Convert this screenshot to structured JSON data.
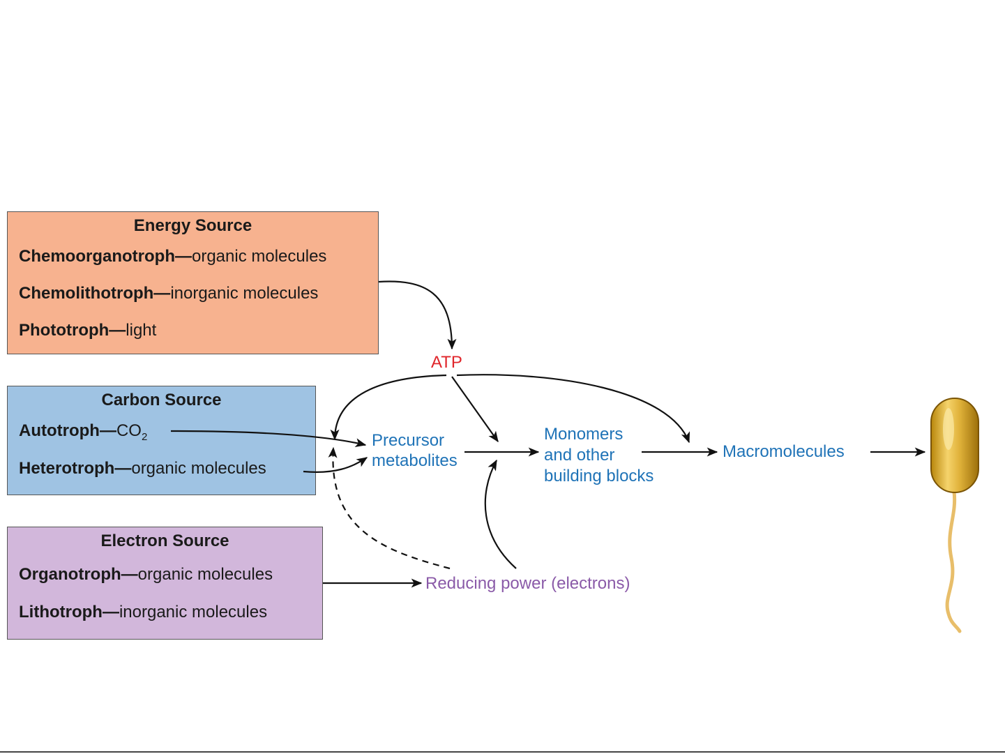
{
  "colors": {
    "energy_fill": "#f7b28f",
    "carbon_fill": "#9fc3e3",
    "electron_fill": "#d2b7db",
    "atp": "#e0262b",
    "pathway": "#1f73b7",
    "reducing": "#8a5aa8",
    "arrow": "#111111"
  },
  "energy": {
    "title": "Energy Source",
    "items": [
      {
        "term": "Chemoorganotroph—",
        "desc": "organic molecules"
      },
      {
        "term": "Chemolithotroph—",
        "desc": "inorganic molecules"
      },
      {
        "term": "Phototroph—",
        "desc": "light"
      }
    ]
  },
  "carbon": {
    "title": "Carbon Source",
    "items": [
      {
        "term": "Autotroph—",
        "desc": "CO",
        "sub": "2"
      },
      {
        "term": "Heterotroph—",
        "desc": "organic molecules"
      }
    ]
  },
  "electron": {
    "title": "Electron Source",
    "items": [
      {
        "term": "Organotroph—",
        "desc": "organic molecules"
      },
      {
        "term": "Lithotroph—",
        "desc": "inorganic molecules"
      }
    ]
  },
  "flow": {
    "atp": "ATP",
    "precursor_1": "Precursor",
    "precursor_2": "metabolites",
    "monomers_1": "Monomers",
    "monomers_2": "and other",
    "monomers_3": "building blocks",
    "macromolecules": "Macromolecules",
    "reducing_power": "Reducing power (electrons)"
  },
  "cell_icon": "bacterium-icon"
}
